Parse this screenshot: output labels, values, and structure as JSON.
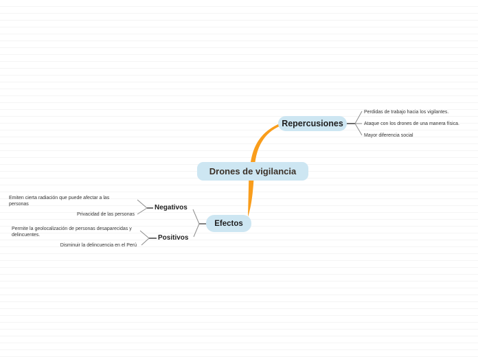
{
  "colors": {
    "node_fill": "#cde6f2",
    "central_text": "#3b3128",
    "node_text": "#1e1e1e",
    "branch_orange": "#f99d1c",
    "connector_gray": "#8c8c8c",
    "stub_dark": "#4a4a4a",
    "leaf_text": "#333333",
    "bg_line": "#f4f4f4"
  },
  "map": {
    "central": {
      "label": "Drones de vigilancia"
    },
    "repercusiones": {
      "label": "Repercusiones",
      "leaves": [
        "Perdidas de trabajo hacia los vigilantes.",
        "Ataque con los drones de una manera física.",
        "Mayor diferencia social"
      ]
    },
    "efectos": {
      "label": "Efectos",
      "negativos": {
        "label": "Negativos",
        "leaves": [
          "Emiten cierta radiación que puede afectar a las personas",
          "Privacidad de las personas"
        ]
      },
      "positivos": {
        "label": "Positivos",
        "leaves": [
          "Permite la geolocalización de personas desaparecidas y delincuentes.",
          "Disminuir la delincuencia en el Perú"
        ]
      }
    }
  }
}
